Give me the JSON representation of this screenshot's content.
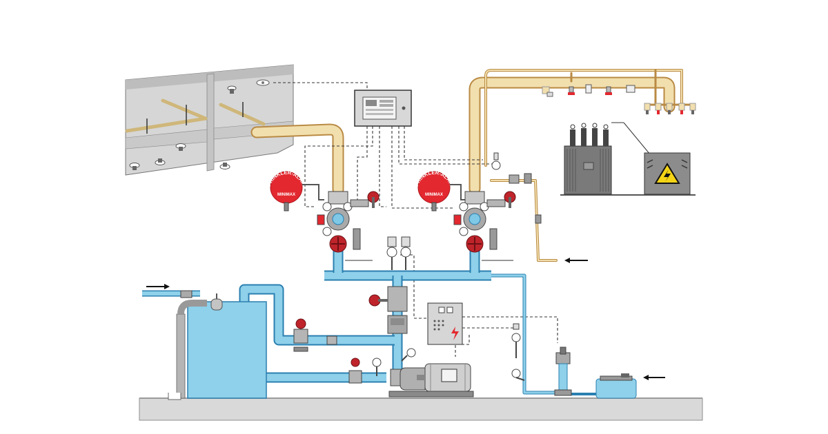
{
  "diagram": {
    "alarm_bells": [
      {
        "arc_text": "SPRINKLER-ALARM",
        "brand": "MINIMAX"
      },
      {
        "arc_text": "SPRINKLER-ALARM",
        "brand": "MINIMAX"
      }
    ],
    "control_cabinet": {
      "symbol": "lightning-bolt-icon"
    },
    "transformer_station": {
      "symbol": "high-voltage-warning-icon"
    },
    "flow_arrows": [
      "arrow-right-icon",
      "arrow-left-icon",
      "arrow-left-icon"
    ],
    "colors": {
      "water": "#8fd0ea",
      "water_outline": "#2a7fb0",
      "supply_pipe": "#f2dfae",
      "supply_pipe_outline": "#b98a43",
      "alarm_red": "#e3282f",
      "valve_red": "#c0242b",
      "ceiling_grey": "#d6d6d6",
      "floor_grey": "#d9d9d9",
      "signal_line": "#333333"
    }
  }
}
